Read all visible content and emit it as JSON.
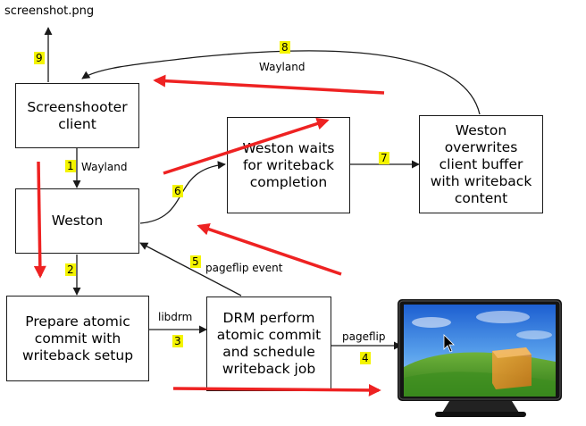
{
  "file_label": "screenshot.png",
  "nodes": {
    "screenshooter": "Screenshooter\nclient",
    "weston": "Weston",
    "wait": "Weston waits\nfor writeback\ncompletion",
    "overwrite": "Weston\noverwrites\nclient buffer\nwith writeback\ncontent",
    "prepare": "Prepare atomic\ncommit with\nwriteback setup",
    "drm": "DRM perform\natomic commit\nand schedule\nwriteback job"
  },
  "edges": {
    "e1": {
      "num": "1",
      "label": "Wayland"
    },
    "e2": {
      "num": "2",
      "label": ""
    },
    "e3": {
      "num": "3",
      "label": "libdrm"
    },
    "e4": {
      "num": "4",
      "label": "pageflip"
    },
    "e5": {
      "num": "5",
      "label": "pageflip event"
    },
    "e6": {
      "num": "6",
      "label": ""
    },
    "e7": {
      "num": "7",
      "label": ""
    },
    "e8": {
      "num": "8",
      "label": "Wayland"
    },
    "e9": {
      "num": "9",
      "label": ""
    }
  },
  "colors": {
    "annotation_arrow": "#ee2222",
    "edge": "#1a1a1a",
    "number_highlight": "#f4f400"
  },
  "monitor": {
    "icon": "monitor-icon",
    "wallpaper": "bliss-wallpaper"
  }
}
